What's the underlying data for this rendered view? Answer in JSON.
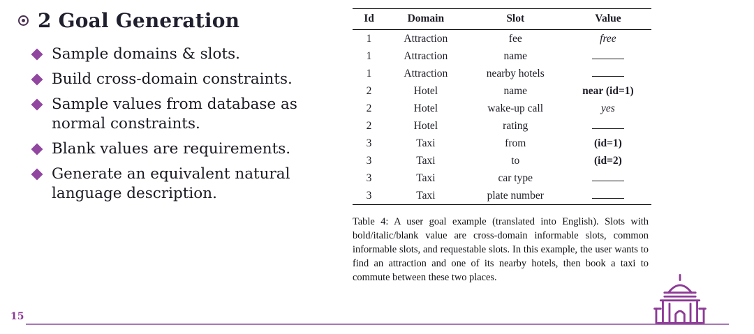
{
  "slide": {
    "page_number": "15",
    "title": "2 Goal Generation",
    "bullets": [
      "Sample domains & slots.",
      "Build cross-domain constraints.",
      "Sample values from database as normal constraints.",
      "Blank values are requirements.",
      "Generate an equivalent natural language description."
    ]
  },
  "table": {
    "headers": [
      "Id",
      "Domain",
      "Slot",
      "Value"
    ],
    "rows": [
      {
        "id": "1",
        "domain": "Attraction",
        "slot": "fee",
        "value": "free",
        "style": "italic"
      },
      {
        "id": "1",
        "domain": "Attraction",
        "slot": "name",
        "value": "",
        "style": "blank"
      },
      {
        "id": "1",
        "domain": "Attraction",
        "slot": "nearby hotels",
        "value": "",
        "style": "blank"
      },
      {
        "id": "2",
        "domain": "Hotel",
        "slot": "name",
        "value": "near (id=1)",
        "style": "bold"
      },
      {
        "id": "2",
        "domain": "Hotel",
        "slot": "wake-up call",
        "value": "yes",
        "style": "italic"
      },
      {
        "id": "2",
        "domain": "Hotel",
        "slot": "rating",
        "value": "",
        "style": "blank"
      },
      {
        "id": "3",
        "domain": "Taxi",
        "slot": "from",
        "value": "(id=1)",
        "style": "bold"
      },
      {
        "id": "3",
        "domain": "Taxi",
        "slot": "to",
        "value": "(id=2)",
        "style": "bold"
      },
      {
        "id": "3",
        "domain": "Taxi",
        "slot": "car type",
        "value": "",
        "style": "blank"
      },
      {
        "id": "3",
        "domain": "Taxi",
        "slot": "plate number",
        "value": "",
        "style": "blank"
      }
    ],
    "caption": "Table 4:  A user goal example (translated into English).  Slots with bold/italic/blank value are cross-domain informable slots, common informable slots, and requestable slots.  In this example, the user wants to find an attraction and one of its nearby hotels, then book a taxi to commute between these two places."
  },
  "icons": {
    "title_bullet": "circle-dot",
    "list_marker": "diamond",
    "logo": "university-dome-building"
  },
  "colors": {
    "accent_purple": "#9146A0",
    "footer_line_purple": "#a876b4",
    "logo_purple": "#8C3A96",
    "text_dark": "#1c1c26"
  }
}
